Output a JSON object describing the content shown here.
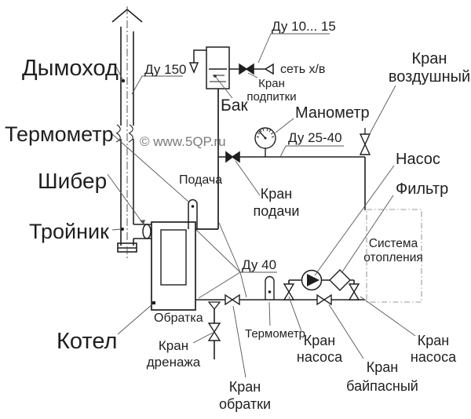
{
  "diagram": {
    "watermark": "© www.5QP.ru",
    "labels": {
      "chimney": "Дымоход",
      "thermometer_top": "Термометр",
      "damper": "Шибер",
      "tee": "Тройник",
      "boiler": "Котел",
      "tank": "Бак",
      "supply_pipe": "Подача",
      "return_pipe": "Обратка",
      "cold_water_network": "сеть х/в",
      "manometer": "Манометр",
      "pump": "Насос",
      "filter": "Фильтр",
      "thermometer_bottom": "Термометр",
      "makeup_valve": [
        "Кран",
        "подпитки"
      ],
      "air_valve": [
        "Кран",
        "воздушный"
      ],
      "heating_system": [
        "Система",
        "отопления"
      ],
      "supply_valve": [
        "Кран",
        "подачи"
      ],
      "drain_valve": [
        "Кран",
        "дренажа"
      ],
      "return_valve": [
        "Кран",
        "обратки"
      ],
      "pump_valve_left": [
        "Кран",
        "насоса"
      ],
      "bypass_valve": [
        "Кран",
        "байпасный"
      ],
      "pump_valve_right": [
        "Кран",
        "насоса"
      ]
    },
    "dimensions": {
      "chimney_dn": "Ду 150",
      "makeup_dn": "Ду 10... 15",
      "supply_dn": "Ду 25-40",
      "return_dn": "Ду 40"
    },
    "colors": {
      "line": "#1f1f1f",
      "leader": "#555555",
      "watermark": "#7a7a7a",
      "system_box": "#999999"
    }
  }
}
